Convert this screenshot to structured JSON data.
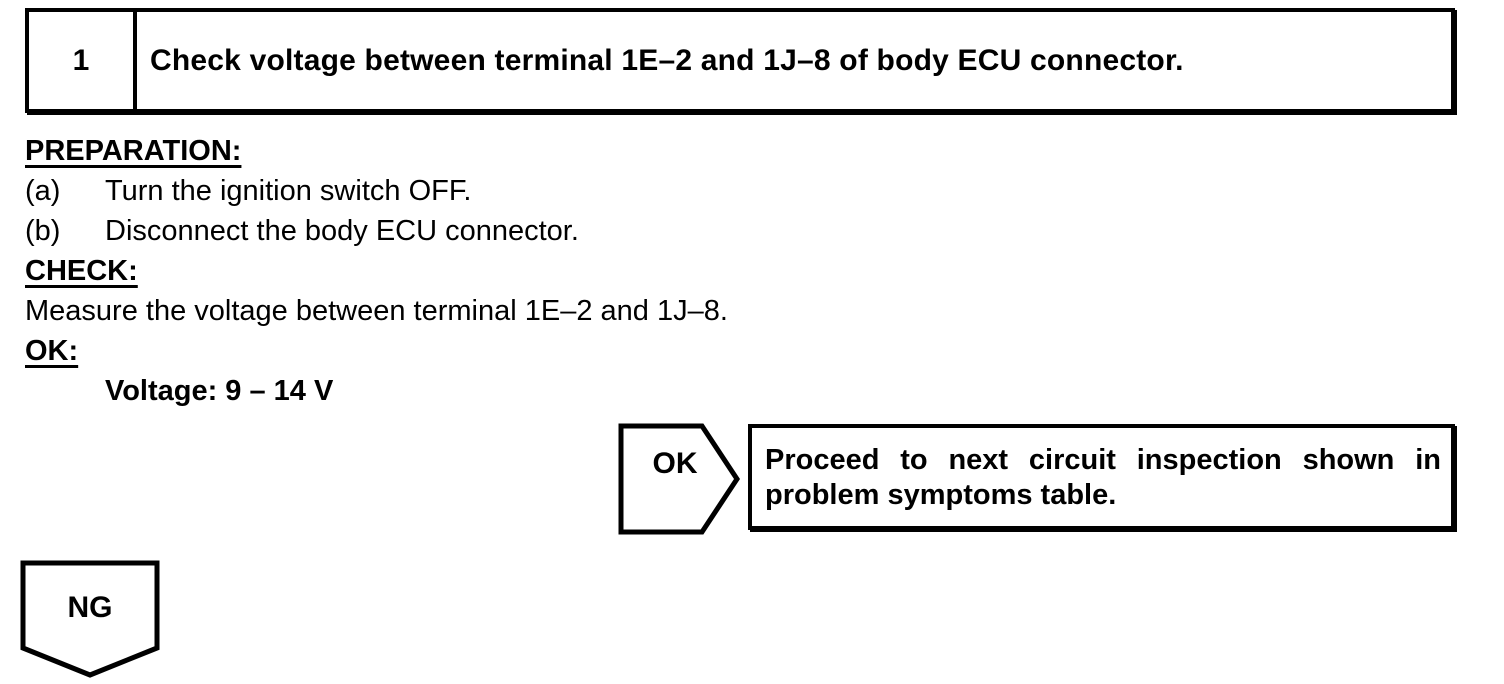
{
  "colors": {
    "ink": "#000000",
    "paper": "#ffffff"
  },
  "step": {
    "number": "1",
    "title": "Check voltage between terminal 1E–2 and 1J–8 of body ECU connector."
  },
  "preparation": {
    "heading": "PREPARATION:",
    "items": [
      {
        "label": "(a)",
        "text": "Turn the ignition switch OFF."
      },
      {
        "label": "(b)",
        "text": "Disconnect the body ECU connector."
      }
    ]
  },
  "check": {
    "heading": "CHECK:",
    "text": "Measure the voltage between terminal 1E–2 and 1J–8."
  },
  "ok_criteria": {
    "heading": "OK:",
    "value": "Voltage: 9 – 14 V"
  },
  "ok_branch": {
    "label": "OK",
    "action_lines": [
      "Proceed to next circuit inspection shown in",
      "problem symptoms table."
    ]
  },
  "ng_branch": {
    "label": "NG"
  }
}
